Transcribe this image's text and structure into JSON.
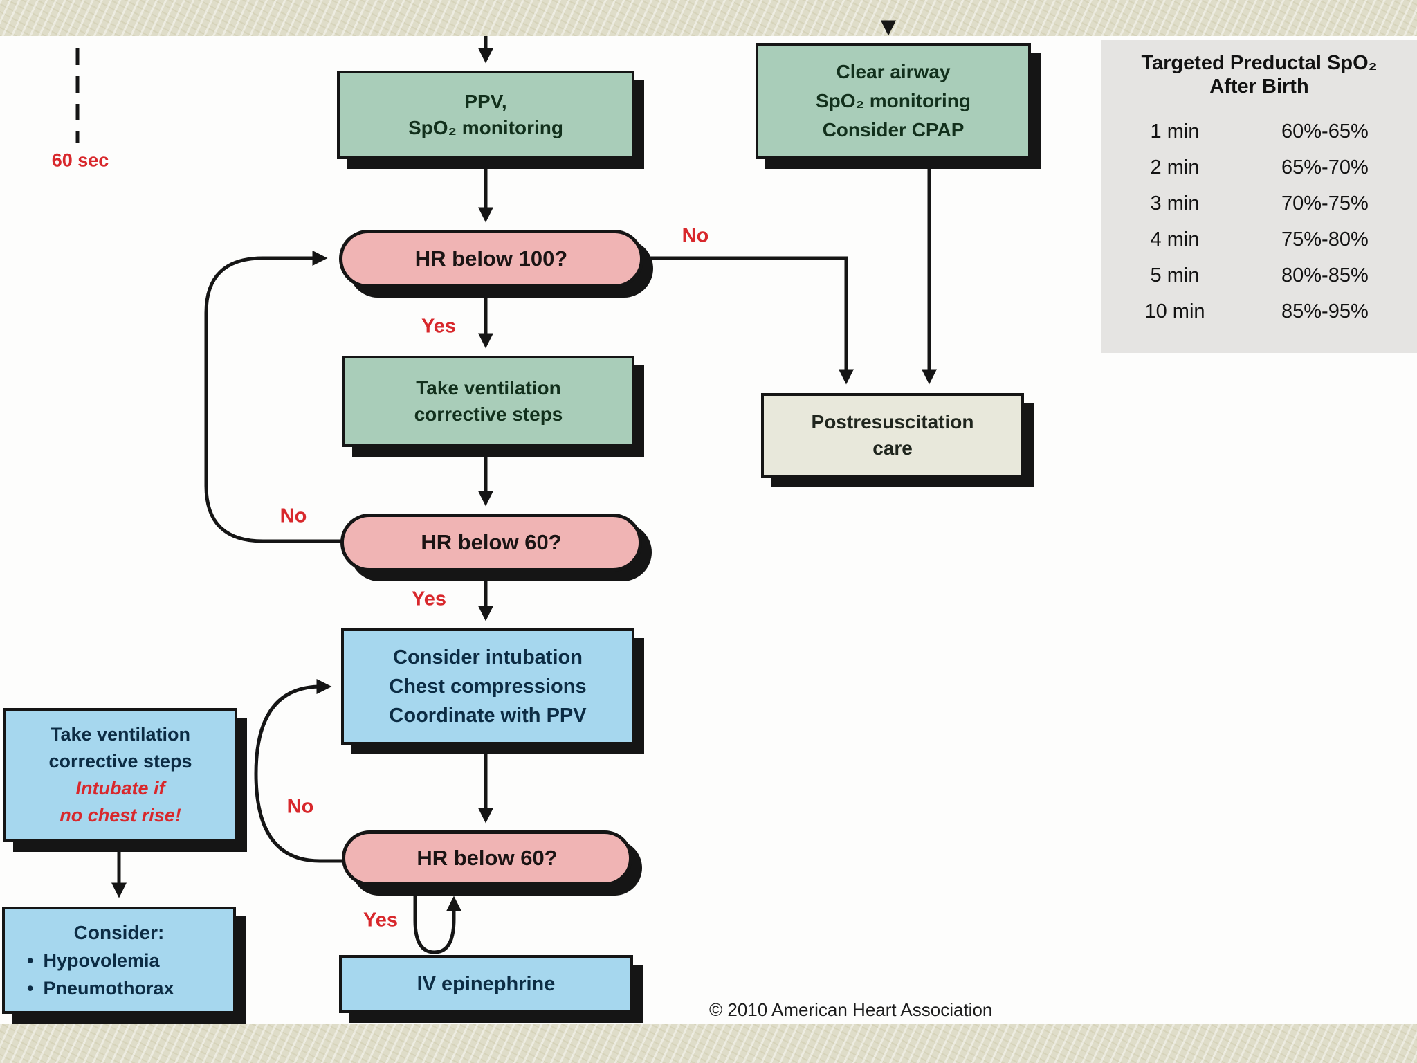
{
  "flow": {
    "timer_label": "60 sec",
    "ppv": {
      "line1": "PPV,",
      "line2": "SpO₂ monitoring"
    },
    "clear_airway": {
      "line1": "Clear airway",
      "line2": "SpO₂ monitoring",
      "line3": "Consider CPAP"
    },
    "hr100": {
      "label": "HR below 100?"
    },
    "vent_steps": {
      "line1": "Take ventilation",
      "line2": "corrective steps"
    },
    "postres": {
      "line1": "Postresuscitation",
      "line2": "care"
    },
    "hr60a": {
      "label": "HR below 60?"
    },
    "compressions": {
      "line1": "Consider intubation",
      "line2": "Chest compressions",
      "line3": "Coordinate with PPV"
    },
    "hr60b": {
      "label": "HR below 60?"
    },
    "epi": {
      "label": "IV epinephrine"
    },
    "vent_side": {
      "line1": "Take ventilation",
      "line2": "corrective steps",
      "line3": "Intubate if",
      "line4": "no chest rise!"
    },
    "consider": {
      "title": "Consider:",
      "bullet": "•",
      "item1": "Hypovolemia",
      "item2": "Pneumothorax"
    },
    "labels": {
      "no1": "No",
      "yes1": "Yes",
      "no2": "No",
      "yes2": "Yes",
      "no3": "No",
      "yes3": "Yes"
    }
  },
  "spo2_table": {
    "title_line1": "Targeted Preductal SpO₂",
    "title_line2": "After Birth",
    "rows": [
      {
        "time": "1 min",
        "range": "60%-65%"
      },
      {
        "time": "2 min",
        "range": "65%-70%"
      },
      {
        "time": "3 min",
        "range": "70%-75%"
      },
      {
        "time": "4 min",
        "range": "75%-80%"
      },
      {
        "time": "5 min",
        "range": "80%-85%"
      },
      {
        "time": "10 min",
        "range": "85%-95%"
      }
    ]
  },
  "footer": {
    "copyright": "© 2010 American Heart Association"
  },
  "colors": {
    "box_green": "#a9cdb9",
    "box_pink": "#f0b4b4",
    "box_blue": "#a6d7ee",
    "box_neutral": "#e8e8db",
    "table_bg": "#e5e4e2",
    "accent_red": "#d8282c",
    "band_beige": "#dfddc9",
    "line_black": "#151515"
  }
}
